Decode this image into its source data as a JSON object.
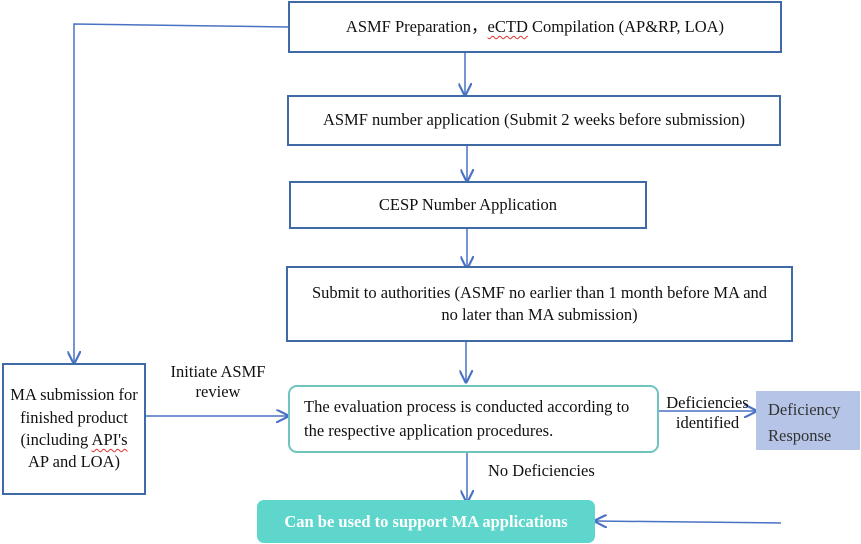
{
  "boxes": {
    "asmf_prep": {
      "prefix": "ASMF Preparation，",
      "ectd": "eCTD",
      "suffix": " Compilation (AP&RP, LOA)"
    },
    "asmf_number": "ASMF number application (Submit 2 weeks before submission)",
    "cesp_number": "CESP Number Application",
    "submit_authorities": "Submit to authorities (ASMF no earlier than 1 month before MA and no later than MA submission)",
    "ma_submission": {
      "line1": "MA submission for finished product (including ",
      "api": "API's",
      "line2": " AP and LOA)"
    },
    "evaluation": "The evaluation process is conducted according to the respective application procedures.",
    "deficiency_response": "Deficiency Response",
    "final": "Can be used to support MA applications"
  },
  "labels": {
    "initiate_review": "Initiate ASMF review",
    "deficiencies_identified": "Deficiencies identified",
    "no_deficiencies": "No Deficiencies"
  },
  "colors": {
    "box_border": "#3f6aa6",
    "arrow": "#4a72c4",
    "eval_border": "#6fc5be",
    "final_fill": "#5fd6cc",
    "deficiency_fill": "#b5c4e7"
  }
}
